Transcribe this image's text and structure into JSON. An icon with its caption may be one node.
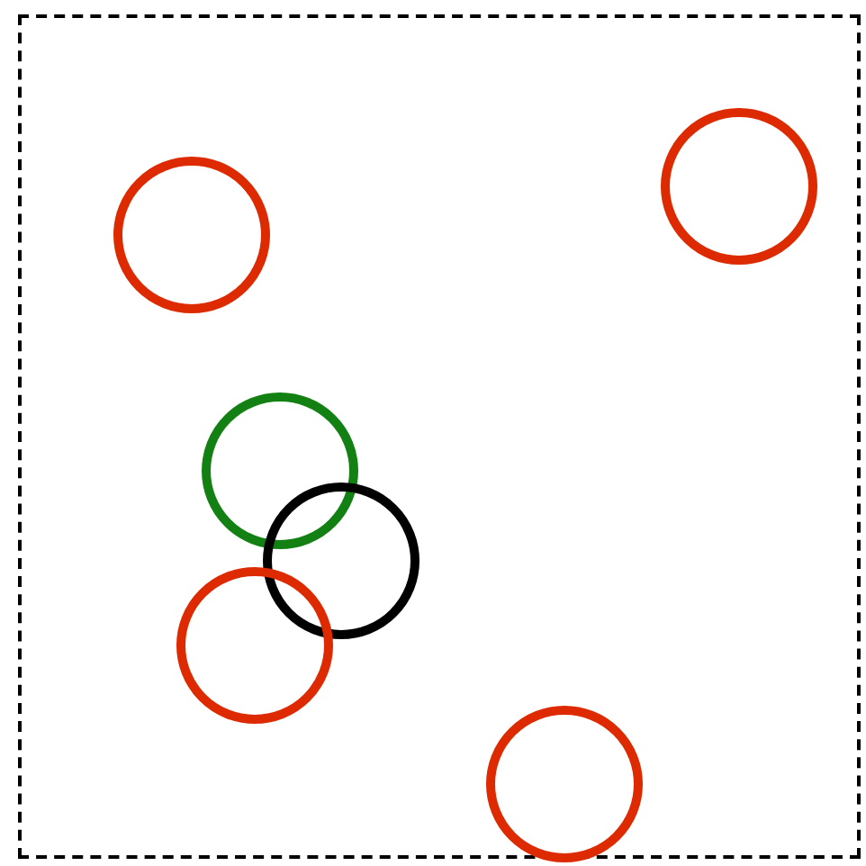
{
  "diagram": {
    "nodes": [
      {
        "text": [],
        "shape": "box"
      },
      {
        "text": [],
        "shape": "circle",
        "in": 0
      },
      {
        "text": [],
        "shape": "circle",
        "in": 0
      },
      {
        "text": [],
        "shape": "circle",
        "in": 0
      },
      {
        "text": [],
        "shape": "circle",
        "in": 0
      },
      {
        "text": [],
        "shape": "circle",
        "in": 0
      },
      {
        "text": [],
        "shape": "circle",
        "in": 0
      }
    ]
  }
}
